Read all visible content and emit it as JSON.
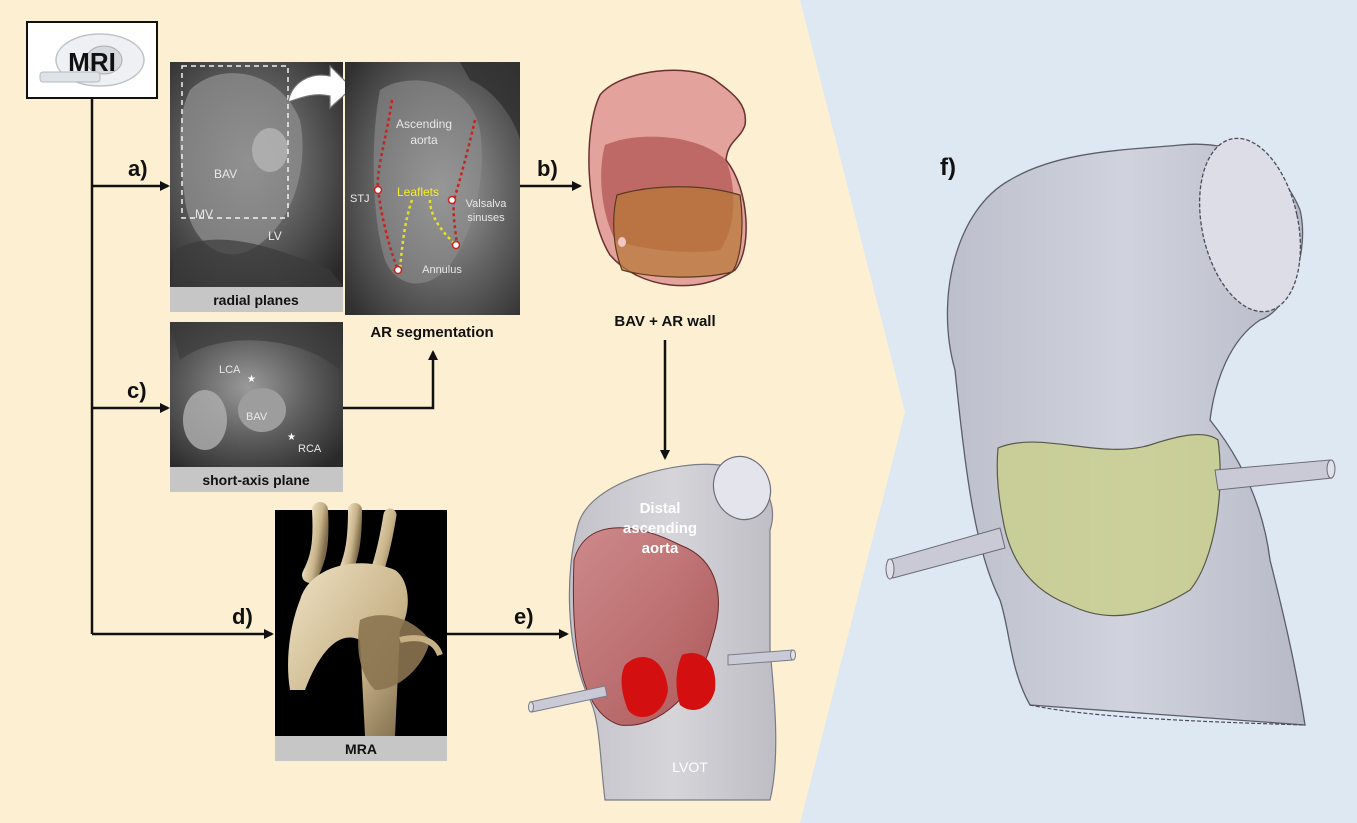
{
  "colors": {
    "left_bg": "#fdf0d2",
    "right_bg": "#dde8f3",
    "arrow": "#111111",
    "dashed_red": "#c8231e",
    "dashed_yellow": "#e6e025",
    "leaflet_text": "#f2ee2a",
    "bav_red": "#b03a3a",
    "wall_orange": "#b8783a",
    "aorta_gray": "#c9cad6",
    "leaflet_green": "#c9cf8a"
  },
  "mri_box": {
    "label": "MRI",
    "icon": "mri-scanner-icon"
  },
  "panels": {
    "a": {
      "letter": "a)",
      "caption": "radial planes",
      "labels": {
        "bav": "BAV",
        "mv": "MV",
        "lv": "LV"
      }
    },
    "ar": {
      "caption": "AR segmentation",
      "labels": {
        "ascending_l1": "Ascending",
        "ascending_l2": "aorta",
        "leaflets": "Leaflets",
        "stj": "STJ",
        "valsalva_l1": "Valsalva",
        "valsalva_l2": "sinuses",
        "annulus": "Annulus"
      }
    },
    "b": {
      "letter": "b)",
      "caption": "BAV + AR wall"
    },
    "c": {
      "letter": "c)",
      "caption": "short-axis plane",
      "labels": {
        "lca": "LCA",
        "bav": "BAV",
        "rca": "RCA"
      }
    },
    "d": {
      "letter": "d)",
      "caption": "MRA"
    },
    "e": {
      "letter": "e)",
      "labels": {
        "distal_l1": "Distal",
        "distal_l2": "ascending",
        "distal_l3": "aorta",
        "lvot": "LVOT"
      }
    },
    "f": {
      "letter": "f)"
    }
  }
}
